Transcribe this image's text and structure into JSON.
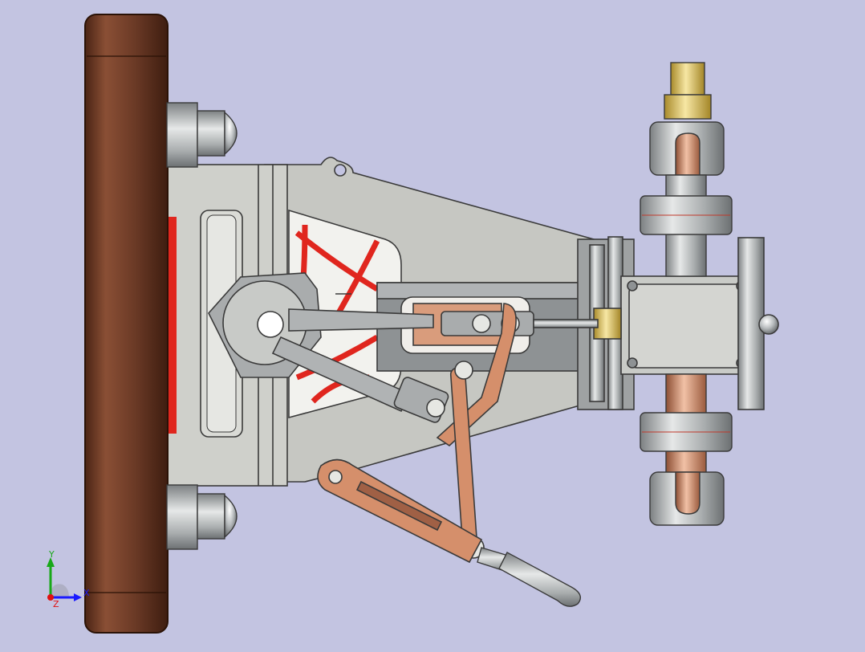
{
  "viewport": {
    "background": "#c3c4e1",
    "colors": {
      "frame": "#c8c9c4",
      "frame_edge": "#3a3a3a",
      "flywheel": "#6b3a26",
      "flywheel_hi": "#8a4f35",
      "brass": "#e3c66a",
      "copper": "#d99c7c",
      "linkage": "#d58f6b",
      "spokes": "#e0261e",
      "steel": "#b8bcbf"
    },
    "parts": [
      "flywheel",
      "base-frame",
      "bearing-bolt-top",
      "bearing-bolt-bottom",
      "crank-disc",
      "connecting-rod",
      "piston-rod",
      "cylinder",
      "steam-chest",
      "steam-inlet-pipe",
      "exhaust-pipe",
      "brass-fitting",
      "reversing-lever",
      "valve-link",
      "control-handle"
    ]
  },
  "triad": {
    "x_label": "X",
    "y_label": "Y",
    "z_label": "Z",
    "x_color": "#1a1aff",
    "y_color": "#18a818",
    "z_color": "#e01010"
  }
}
